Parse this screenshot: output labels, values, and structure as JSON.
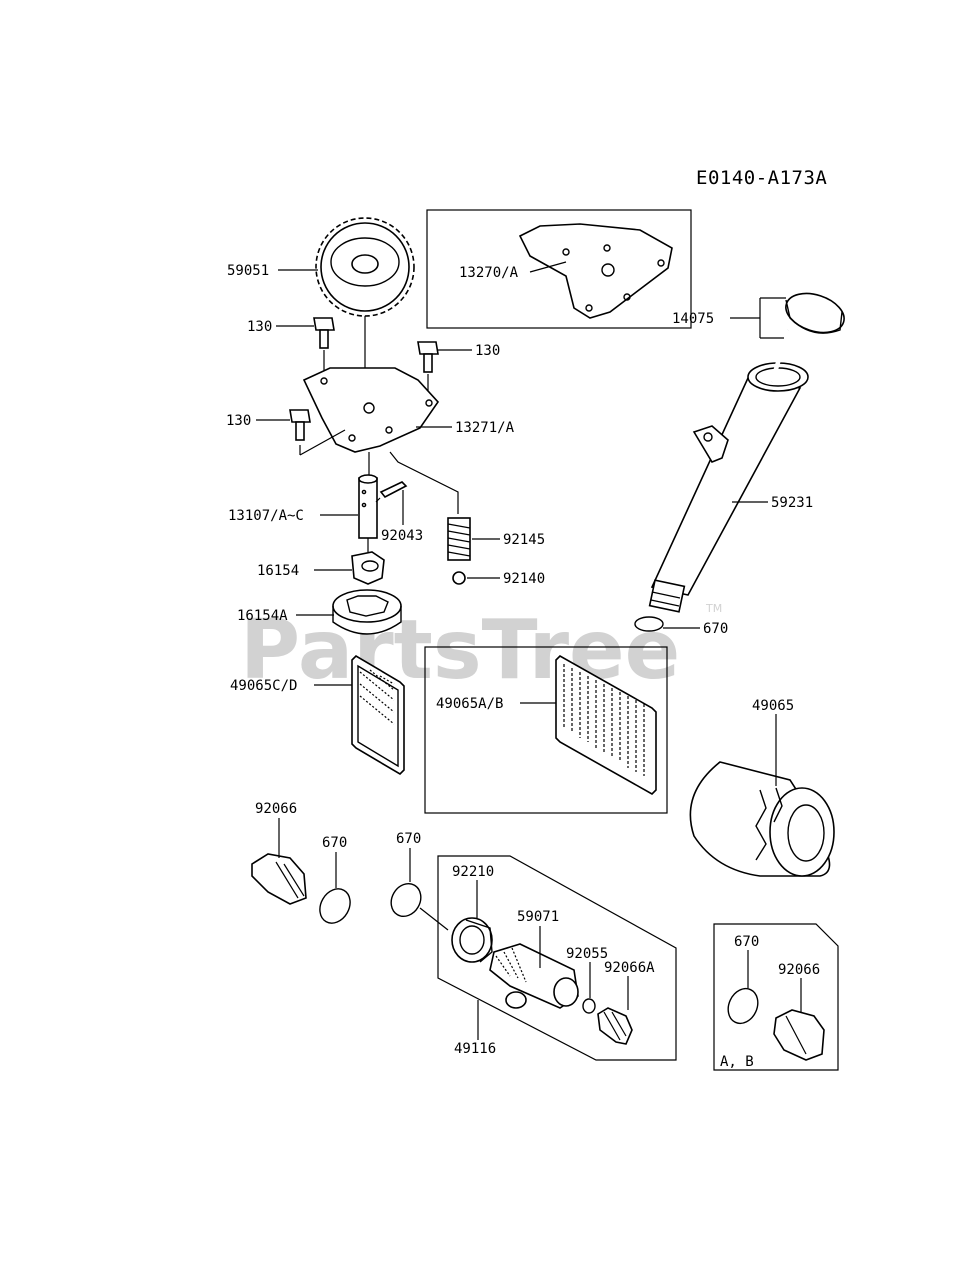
{
  "diagram": {
    "code": "E0140-A173A",
    "watermark": "PartsTree",
    "watermark_tm": "TM",
    "group_note": "A, B",
    "labels": {
      "p59051": "59051",
      "p13270": "13270/A",
      "p14075": "14075",
      "p130a": "130",
      "p130b": "130",
      "p130c": "130",
      "p13271": "13271/A",
      "p59231": "59231",
      "p13107": "13107/A~C",
      "p92043": "92043",
      "p92145": "92145",
      "p16154": "16154",
      "p92140": "92140",
      "p16154a": "16154A",
      "p670a": "670",
      "p49065cd": "49065C/D",
      "p49065ab": "49065A/B",
      "p49065": "49065",
      "p92066a": "92066",
      "p670b": "670",
      "p670c": "670",
      "p92210": "92210",
      "p59071": "59071",
      "p92055": "92055",
      "p92066A": "92066A",
      "p670d": "670",
      "p92066b": "92066",
      "p49116": "49116"
    }
  }
}
